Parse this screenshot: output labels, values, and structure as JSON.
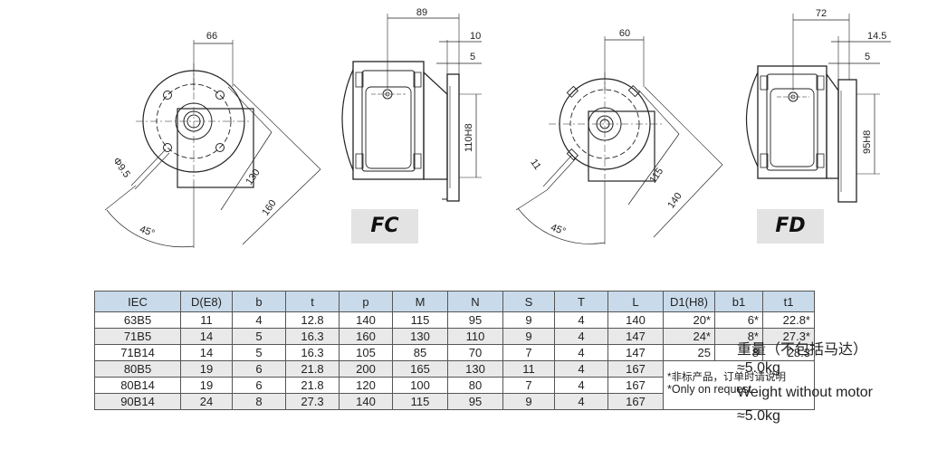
{
  "drawings": {
    "fc": {
      "badge": "FC",
      "dims": {
        "pcd": "66",
        "hole": "Φ9.5",
        "angle": "45°",
        "bolt_circle": "130",
        "flange": "160",
        "length": "89",
        "thickness": "10",
        "spigot": "5",
        "pilot": "110H8"
      }
    },
    "fd": {
      "badge": "FD",
      "dims": {
        "pcd": "60",
        "hole": "11",
        "angle": "45°",
        "bolt_circle": "115",
        "flange": "140",
        "length": "72",
        "thickness": "14.5",
        "spigot": "5",
        "pilot": "95H8"
      }
    }
  },
  "table": {
    "headers": [
      "IEC",
      "D(E8)",
      "b",
      "t",
      "p",
      "M",
      "N",
      "S",
      "T",
      "L",
      "D1(H8)",
      "b1",
      "t1"
    ],
    "rows": [
      [
        "63B5",
        "11",
        "4",
        "12.8",
        "140",
        "115",
        "95",
        "9",
        "4",
        "140",
        "20*",
        "6*",
        "22.8*"
      ],
      [
        "71B5",
        "14",
        "5",
        "16.3",
        "160",
        "130",
        "110",
        "9",
        "4",
        "147",
        "24*",
        "8*",
        "27.3*"
      ],
      [
        "71B14",
        "14",
        "5",
        "16.3",
        "105",
        "85",
        "70",
        "7",
        "4",
        "147",
        "25",
        "8",
        "28.3"
      ],
      [
        "80B5",
        "19",
        "6",
        "21.8",
        "200",
        "165",
        "130",
        "11",
        "4",
        "167"
      ],
      [
        "80B14",
        "19",
        "6",
        "21.8",
        "120",
        "100",
        "80",
        "7",
        "4",
        "167"
      ],
      [
        "90B14",
        "24",
        "8",
        "27.3",
        "140",
        "115",
        "95",
        "9",
        "4",
        "167"
      ]
    ],
    "note_cn": "*非标产品，订单时请说明",
    "note_en": "*Only on request"
  },
  "weight": {
    "cn_label": "重量（不包括马达）",
    "cn_value": "≈5.0kg",
    "en_label": "Weight without motor",
    "en_value": "≈5.0kg"
  }
}
